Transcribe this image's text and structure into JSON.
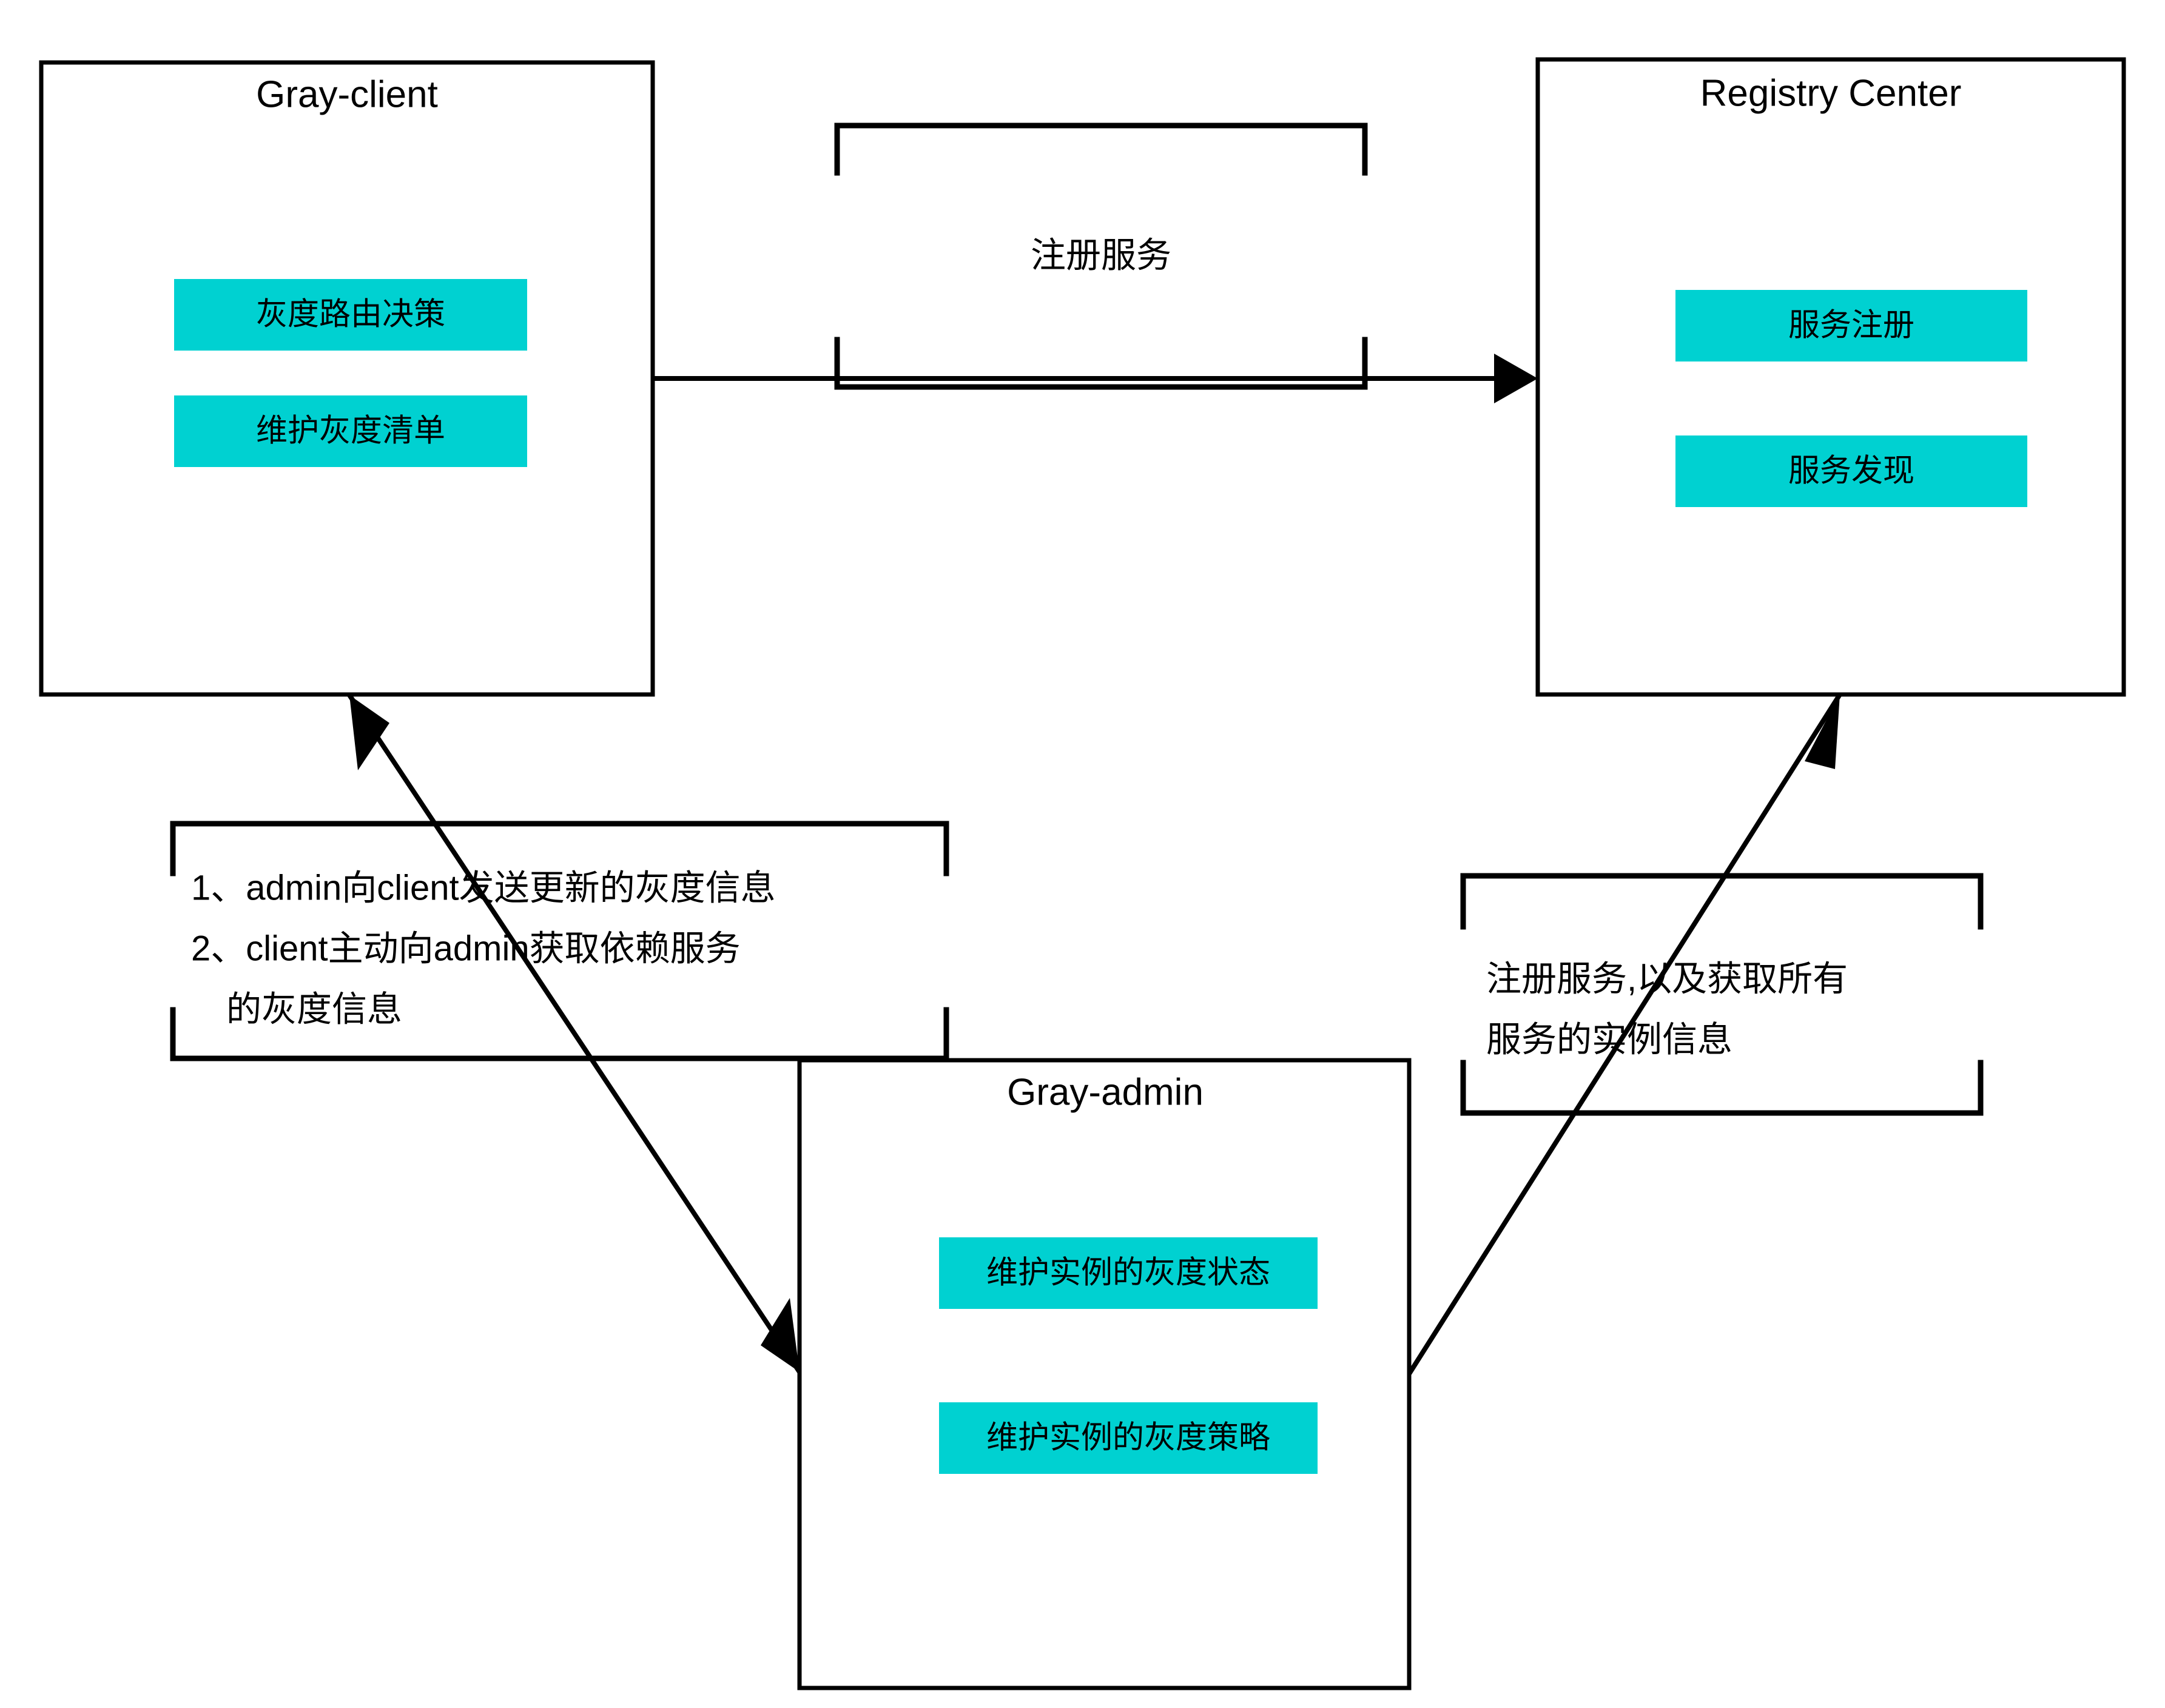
{
  "diagram": {
    "type": "architecture-flow",
    "background_color": "#ffffff",
    "line_color": "#000000",
    "accent_color": "#00d1d1",
    "nodes": [
      {
        "id": "gray-client",
        "title": "Gray-client",
        "components": [
          {
            "label": "灰度路由决策"
          },
          {
            "label": "维护灰度清单"
          }
        ]
      },
      {
        "id": "registry-center",
        "title": "Registry Center",
        "components": [
          {
            "label": "服务注册"
          },
          {
            "label": "服务发现"
          }
        ]
      },
      {
        "id": "gray-admin",
        "title": "Gray-admin",
        "components": [
          {
            "label": "维护实例的灰度状态"
          },
          {
            "label": "维护实例的灰度策略"
          }
        ]
      }
    ],
    "annotations": [
      {
        "id": "register-service",
        "lines": [
          "注册服务"
        ],
        "style": "top-bottom-bracket"
      },
      {
        "id": "admin-client-sync",
        "lines": [
          "1、admin向client发送更新的灰度信息",
          "2、client主动向admin获取依赖服务",
          "　的灰度信息"
        ],
        "style": "top-bottom-bracket"
      },
      {
        "id": "admin-registry-sync",
        "lines": [
          "注册服务,以及获取所有",
          "服务的实例信息"
        ],
        "style": "top-bottom-bracket"
      }
    ],
    "edges": [
      {
        "id": "client-to-registry",
        "from": "gray-client",
        "to": "registry-center",
        "direction": "one-way",
        "label_ref": "register-service"
      },
      {
        "id": "admin-to-client",
        "from": "gray-admin",
        "to": "gray-client",
        "direction": "two-way",
        "label_ref": "admin-client-sync"
      },
      {
        "id": "admin-to-registry",
        "from": "gray-admin",
        "to": "registry-center",
        "direction": "one-way",
        "label_ref": "admin-registry-sync"
      }
    ]
  }
}
